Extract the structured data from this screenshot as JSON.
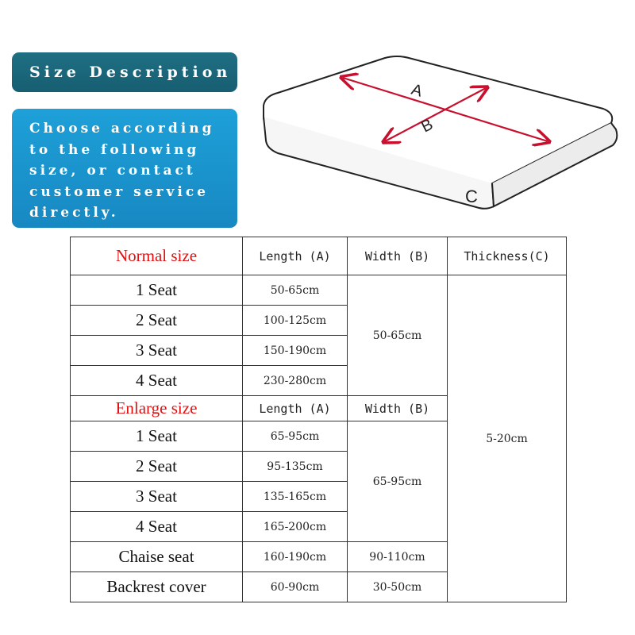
{
  "header": {
    "title": "Size Description",
    "description": "Choose according\nto the following\nsize, or contact\ncustomer service\ndirectly."
  },
  "diagram": {
    "label_a": "A",
    "label_b": "B",
    "label_c": "C",
    "arrow_color": "#c8102e"
  },
  "table": {
    "normal": {
      "group_label": "Normal size",
      "col_length": "Length (A)",
      "col_width": "Width (B)",
      "col_thickness": "Thickness(C)",
      "rows": [
        {
          "label": "1 Seat",
          "length": "50-65cm"
        },
        {
          "label": "2 Seat",
          "length": "100-125cm"
        },
        {
          "label": "3 Seat",
          "length": "150-190cm"
        },
        {
          "label": "4 Seat",
          "length": "230-280cm"
        }
      ],
      "width_value": "50-65cm"
    },
    "thickness_value": "5-20cm",
    "enlarge": {
      "group_label": "Enlarge size",
      "col_length": "Length (A)",
      "col_width": "Width (B)",
      "rows": [
        {
          "label": "1 Seat",
          "length": "65-95cm"
        },
        {
          "label": "2 Seat",
          "length": "95-135cm"
        },
        {
          "label": "3 Seat",
          "length": "135-165cm"
        },
        {
          "label": "4 Seat",
          "length": "165-200cm"
        }
      ],
      "width_value": "65-95cm"
    },
    "extra_rows": [
      {
        "label": "Chaise seat",
        "length": "160-190cm",
        "width": "90-110cm"
      },
      {
        "label": "Backrest cover",
        "length": "60-90cm",
        "width": "30-50cm"
      }
    ]
  }
}
